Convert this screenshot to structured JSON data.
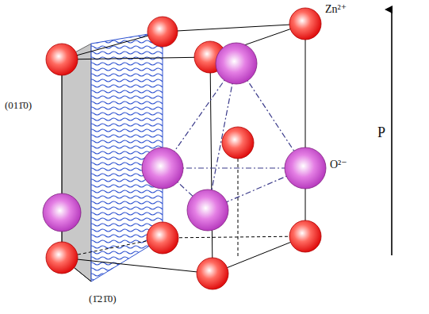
{
  "diagram": {
    "labels": [
      "Zn²⁺",
      "(011̄0)",
      "O²⁻",
      "(1̄21̄0)",
      "P"
    ]
  }
}
